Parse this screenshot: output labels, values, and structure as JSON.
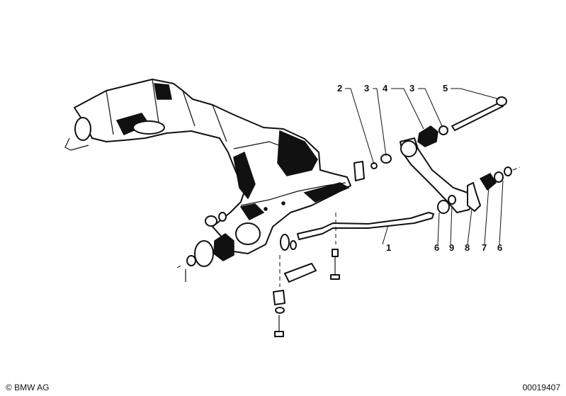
{
  "diagram": {
    "callouts": [
      "2",
      "3",
      "4",
      "3",
      "5",
      "1",
      "6",
      "9",
      "8",
      "7",
      "6"
    ]
  },
  "footer": {
    "copyright": "© BMW AG",
    "doc_number": "00019407"
  }
}
